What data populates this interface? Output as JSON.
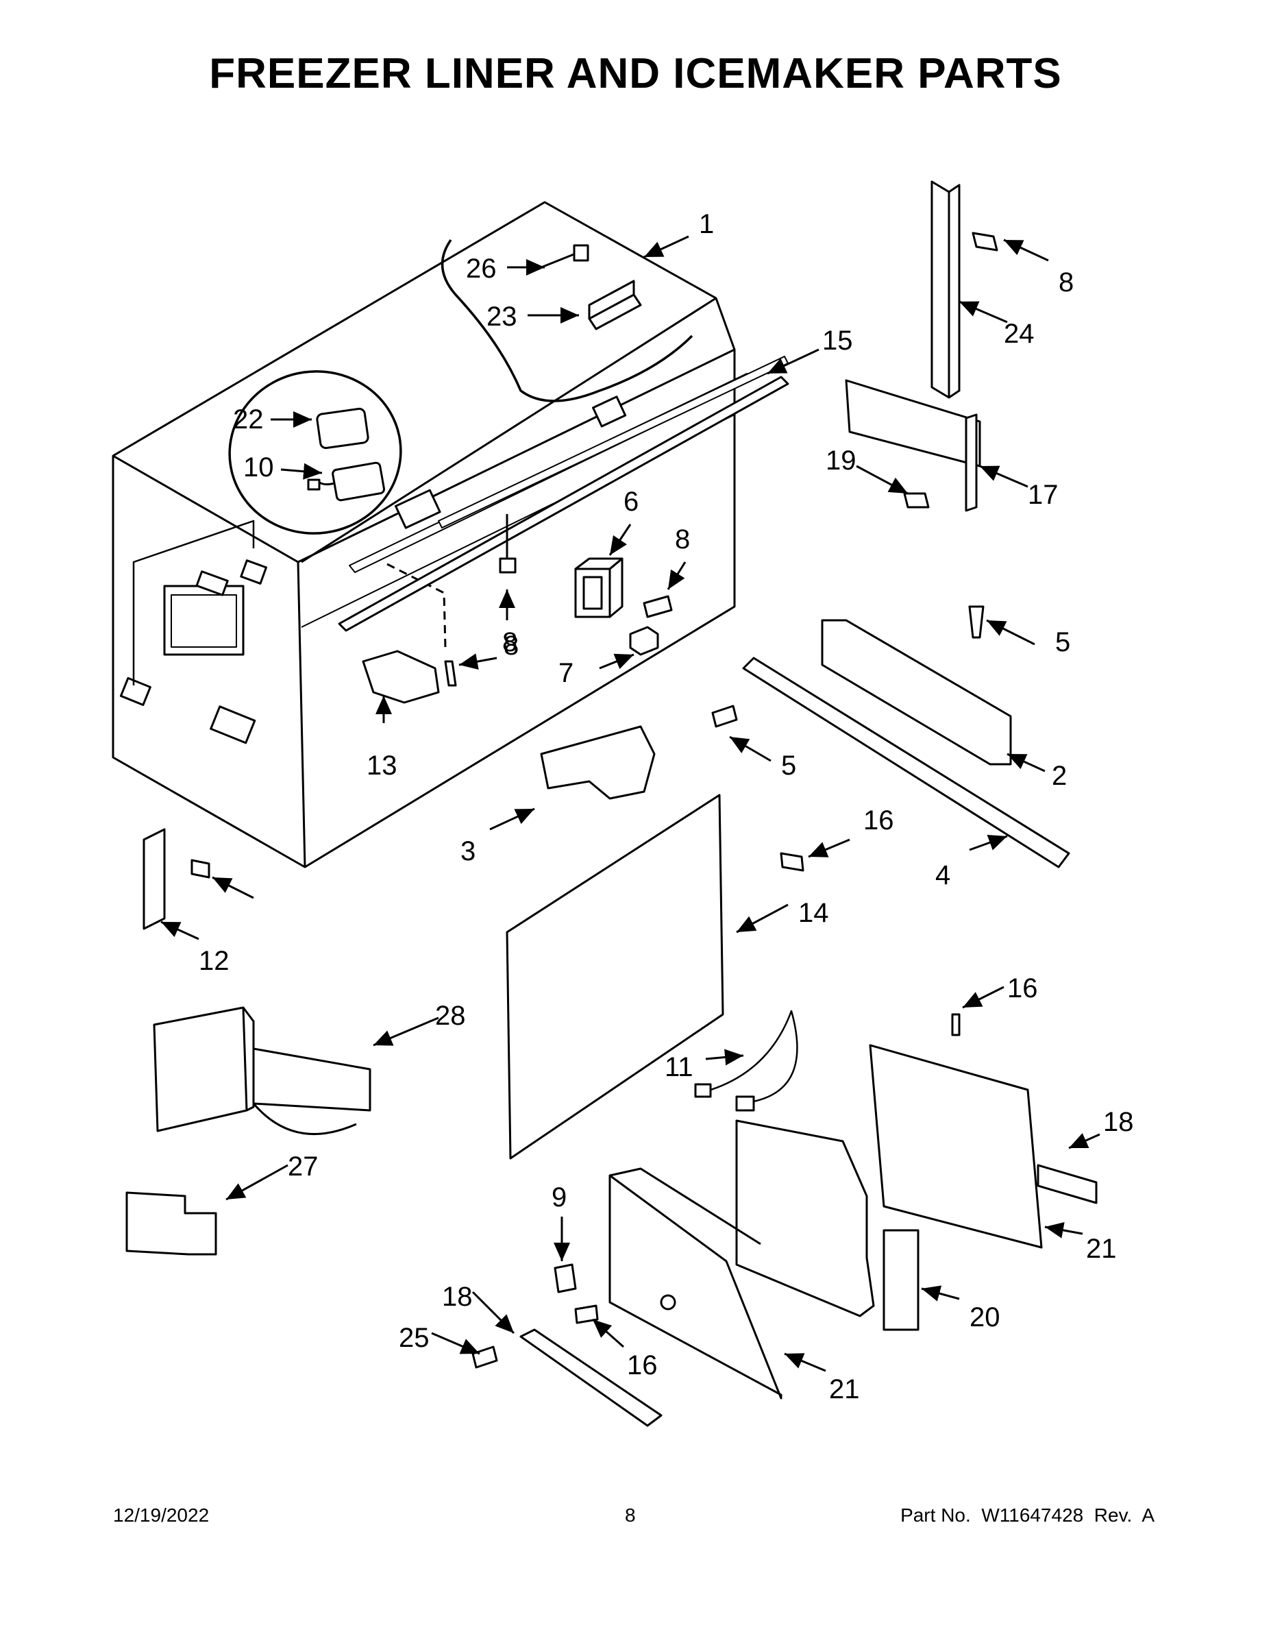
{
  "title": "FREEZER LINER AND ICEMAKER PARTS",
  "callouts": [
    "1",
    "26",
    "23",
    "15",
    "22",
    "10",
    "6",
    "8",
    "8",
    "8",
    "7",
    "13",
    "8",
    "24",
    "19",
    "17",
    "5",
    "5",
    "2",
    "3",
    "16",
    "4",
    "12",
    "14",
    "28",
    "16",
    "11",
    "18",
    "21",
    "27",
    "9",
    "20",
    "18",
    "25",
    "16",
    "21"
  ],
  "footer": {
    "date": "12/19/2022",
    "page": "8",
    "part": "Part No.  W11647428  Rev.  A"
  }
}
